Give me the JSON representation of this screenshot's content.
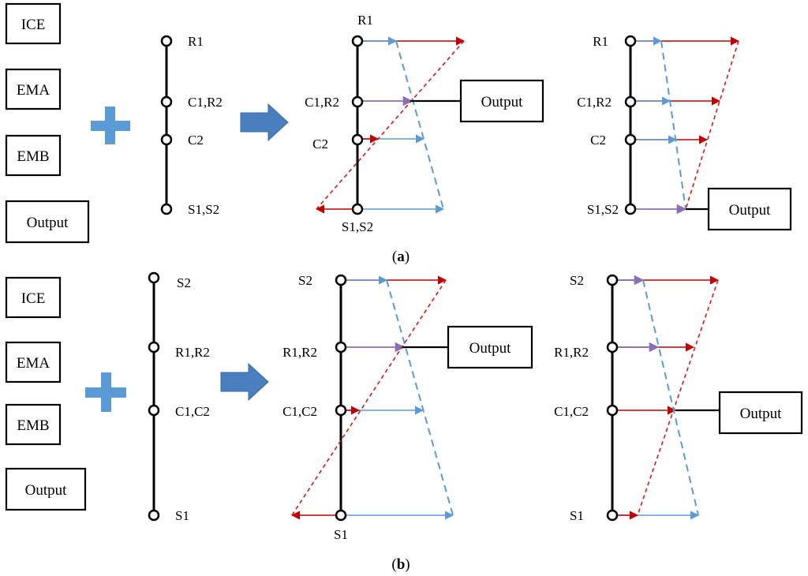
{
  "parts": [
    {
      "caption_letter": "a",
      "legend": [
        "ICE",
        "EMA",
        "EMB",
        "Output"
      ],
      "lever_nodes": [
        "R1",
        "C1,R2",
        "C2",
        "S1,S2"
      ],
      "diagram1_nodes": [
        "R1",
        "C1,R2",
        "C2",
        "S1,S2"
      ],
      "diagram1_output": "Output",
      "diagram2_nodes": [
        "R1",
        "C1,R2",
        "C2",
        "S1,S2"
      ],
      "diagram2_output": "Output"
    },
    {
      "caption_letter": "b",
      "legend": [
        "ICE",
        "EMA",
        "EMB",
        "Output"
      ],
      "lever_nodes": [
        "S2",
        "R1,R2",
        "C1,C2",
        "S1"
      ],
      "diagram1_nodes": [
        "S2",
        "R1,R2",
        "C1,C2",
        "S1"
      ],
      "diagram1_output": "Output",
      "diagram2_nodes": [
        "S2",
        "R1,R2",
        "C1,C2",
        "S1"
      ],
      "diagram2_output": "Output"
    }
  ],
  "colors": {
    "red": "#c00000",
    "blue": "#5b9bd5",
    "purple": "#8a6fb5",
    "plus": "#5b9bd5",
    "arrow": "#4a7fbf"
  },
  "icons": [
    "plus-icon",
    "right-arrow-icon"
  ]
}
